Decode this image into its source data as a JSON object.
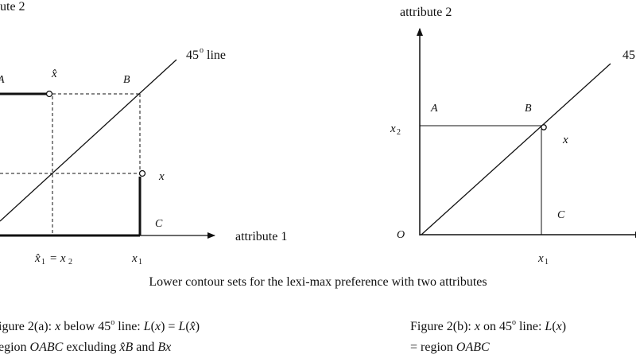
{
  "left_figure": {
    "axis_y_label": "ute 2",
    "axis_x_label": "attribute 1",
    "line_label": "45",
    "line_label_sup": "o",
    "line_label_suffix": " line",
    "point_A": "A",
    "point_B": "B",
    "point_C": "C",
    "point_xhat": "x̂",
    "point_x": "x",
    "tick_left": "x̂",
    "tick_left_sub": "1",
    "tick_left_eq": "= x",
    "tick_left_sub2": "2",
    "tick_right": "x",
    "tick_right_sub": "1"
  },
  "right_figure": {
    "axis_y_label": "attribute 2",
    "line_label": "45",
    "point_A": "A",
    "point_B": "B",
    "point_C": "C",
    "point_O": "O",
    "point_x": "x",
    "tick_y": "x",
    "tick_y_sub": "2",
    "tick_x": "x",
    "tick_x_sub": "1"
  },
  "caption": {
    "title": "Lower contour sets for the lexi-max preference with two attributes",
    "a_line1": [
      "igure 2(a): ",
      "x",
      " below 45",
      "o",
      " line: ",
      "L",
      "(",
      "x",
      ") = ",
      "L",
      "(",
      "x̂",
      ")"
    ],
    "a_line2": [
      "egion ",
      "OABC",
      " excluding ",
      "x̂B",
      " and ",
      "Bx"
    ],
    "b_line1": [
      "Figure 2(b): ",
      "x",
      " on 45",
      "o",
      " line: ",
      "L",
      "(",
      "x",
      ")"
    ],
    "b_line2": [
      "= region ",
      "OABC"
    ]
  }
}
